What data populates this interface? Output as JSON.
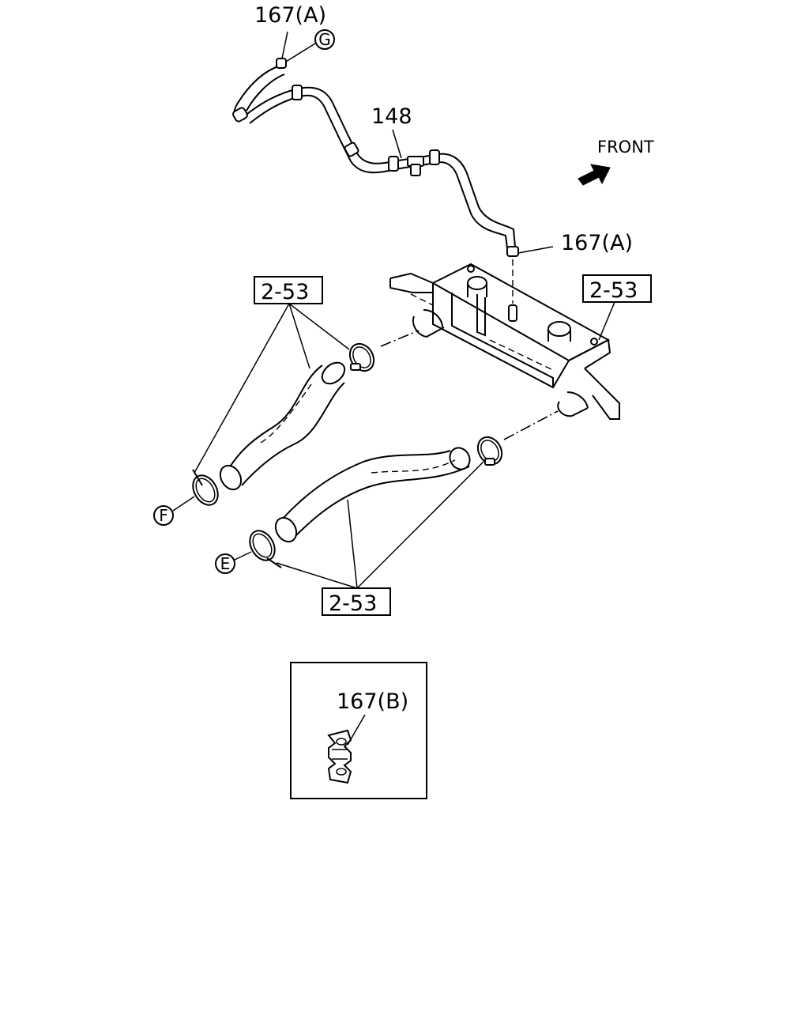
{
  "callouts": {
    "hose_148": "148",
    "clip_top": "167(A)",
    "clip_right": "167(A)",
    "clip_inset": "167(B)",
    "ref_upper_left": "2-53",
    "ref_upper_right": "2-53",
    "ref_lower": "2-53",
    "circle_g": "G",
    "circle_f": "F",
    "circle_e": "E"
  },
  "direction": {
    "label": "FRONT",
    "icon": "front-arrow-icon"
  }
}
